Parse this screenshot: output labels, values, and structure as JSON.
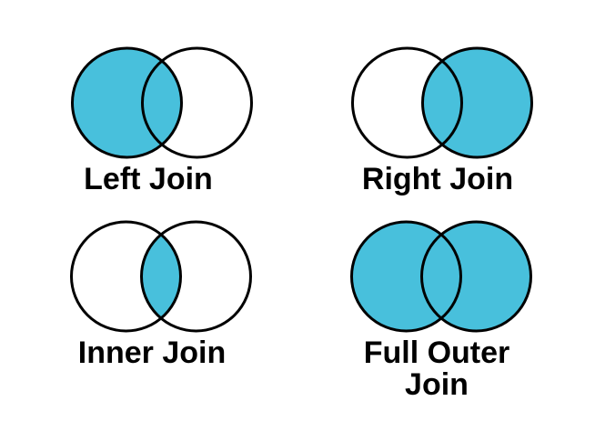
{
  "colors": {
    "fill": "#48C0DC",
    "stroke": "#000000",
    "text": "#000000",
    "background": "#ffffff"
  },
  "diagrams": [
    {
      "id": "left-join",
      "label": "Left Join",
      "filled": "left"
    },
    {
      "id": "right-join",
      "label": "Right Join",
      "filled": "right"
    },
    {
      "id": "inner-join",
      "label": "Inner Join",
      "filled": "intersection"
    },
    {
      "id": "full-outer-join",
      "label": "Full Outer Join",
      "filled": "both"
    }
  ]
}
